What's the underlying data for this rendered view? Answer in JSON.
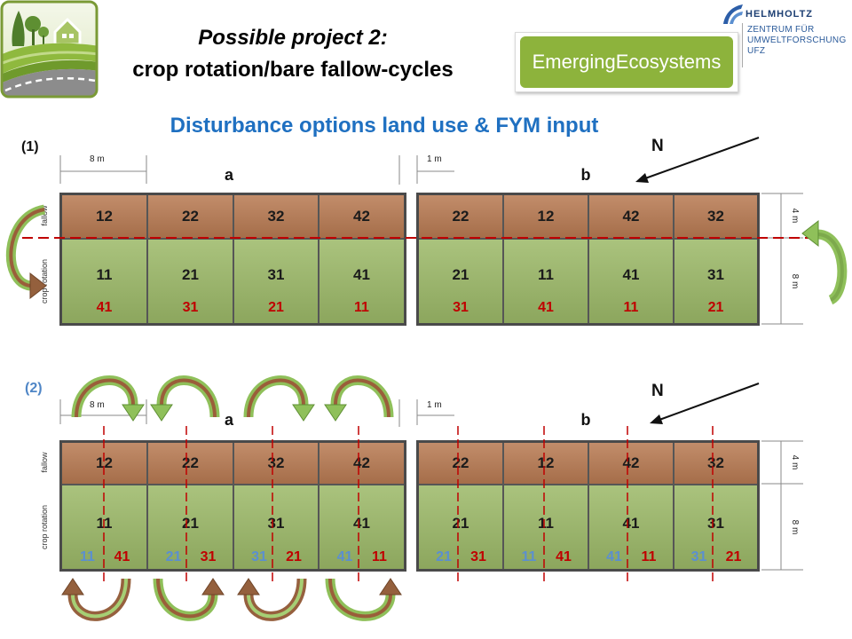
{
  "slide": {
    "title_line1": "Possible project 2:",
    "title_line2": "crop rotation/bare fallow-cycles",
    "subtitle": "Disturbance options land use & FYM input"
  },
  "logos": {
    "project_logo_icon": "landscape-logo-icon",
    "partner_logo_text": "EmergingEcosystems",
    "ufz": {
      "icon": "helmholtz-mark-icon",
      "line1": "HELMHOLTZ",
      "line2": "ZENTRUM FÜR",
      "line3": "UMWELTFORSCHUNG",
      "line4": "UFZ"
    }
  },
  "colors": {
    "fallow": "#b87a52",
    "crop": "#9cb968",
    "label_red": "#c00000",
    "label_blue": "#5b8fd0",
    "subtitle_blue": "#1f70c1",
    "partner_green": "#8db33c",
    "divider_red": "#c00000"
  },
  "diagram_1": {
    "label": "(1)",
    "scale_plot": "8 m",
    "scale_gap": "1 m",
    "block_a": "a",
    "block_b": "b",
    "north": "N",
    "north_icon": "north-arrow-icon",
    "row_fallow": "fallow",
    "row_crop": "crop rotation",
    "dim_fallow": "4 m",
    "dim_crop": "8 m",
    "blocks": [
      {
        "plots": [
          {
            "fallow": "12",
            "crop": "11",
            "label_red": "41"
          },
          {
            "fallow": "22",
            "crop": "21",
            "label_red": "31"
          },
          {
            "fallow": "32",
            "crop": "31",
            "label_red": "21"
          },
          {
            "fallow": "42",
            "crop": "41",
            "label_red": "11"
          }
        ]
      },
      {
        "plots": [
          {
            "fallow": "22",
            "crop": "21",
            "label_red": "31"
          },
          {
            "fallow": "12",
            "crop": "11",
            "label_red": "41"
          },
          {
            "fallow": "42",
            "crop": "41",
            "label_red": "11"
          },
          {
            "fallow": "32",
            "crop": "31",
            "label_red": "21"
          }
        ]
      }
    ]
  },
  "diagram_2": {
    "label": "(2)",
    "scale_plot": "8 m",
    "scale_gap": "1 m",
    "block_a": "a",
    "block_b": "b",
    "north": "N",
    "north_icon": "north-arrow-icon",
    "row_fallow": "fallow",
    "row_crop": "crop rotation",
    "dim_fallow": "4 m",
    "dim_crop": "8 m",
    "blocks": [
      {
        "plots": [
          {
            "fallow": "12",
            "crop": "11",
            "label_blue": "11",
            "label_red": "41"
          },
          {
            "fallow": "22",
            "crop": "21",
            "label_blue": "21",
            "label_red": "31"
          },
          {
            "fallow": "32",
            "crop": "31",
            "label_blue": "31",
            "label_red": "21"
          },
          {
            "fallow": "42",
            "crop": "41",
            "label_blue": "41",
            "label_red": "11"
          }
        ]
      },
      {
        "plots": [
          {
            "fallow": "22",
            "crop": "21",
            "label_blue": "21",
            "label_red": "31"
          },
          {
            "fallow": "12",
            "crop": "11",
            "label_blue": "11",
            "label_red": "41"
          },
          {
            "fallow": "42",
            "crop": "41",
            "label_blue": "41",
            "label_red": "11"
          },
          {
            "fallow": "32",
            "crop": "31",
            "label_blue": "31",
            "label_red": "21"
          }
        ]
      }
    ]
  }
}
